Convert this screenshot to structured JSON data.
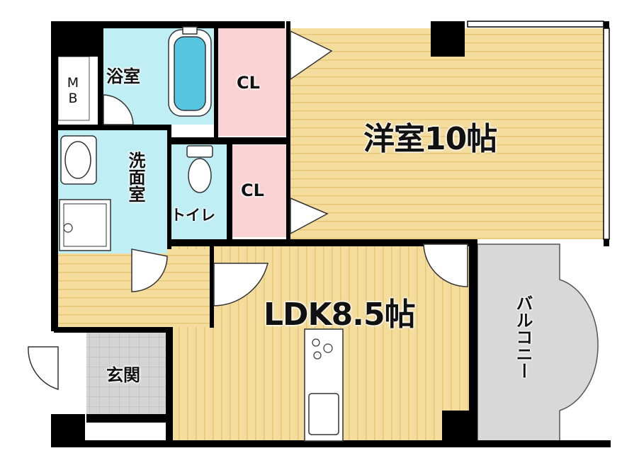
{
  "floor_plan": {
    "rooms": {
      "western_room": "洋室10帖",
      "ldk": "LDK8.5帖",
      "bathroom": "浴室",
      "closet_upper": "CL",
      "closet_lower": "CL",
      "washroom": "洗面室",
      "toilet": "トイレ",
      "entrance": "玄関",
      "balcony": "バルコニー",
      "meter_box": "MB"
    },
    "colors": {
      "wood_floor": "#f3dc9c",
      "wood_stripe": "#e6c777",
      "wet_area": "#bfeef5",
      "closet": "#f9d3d3",
      "entrance_tile": "#d4d4d4",
      "balcony": "#d8d8d8",
      "wall": "#000000",
      "bathtub": "#56c6e0"
    }
  }
}
